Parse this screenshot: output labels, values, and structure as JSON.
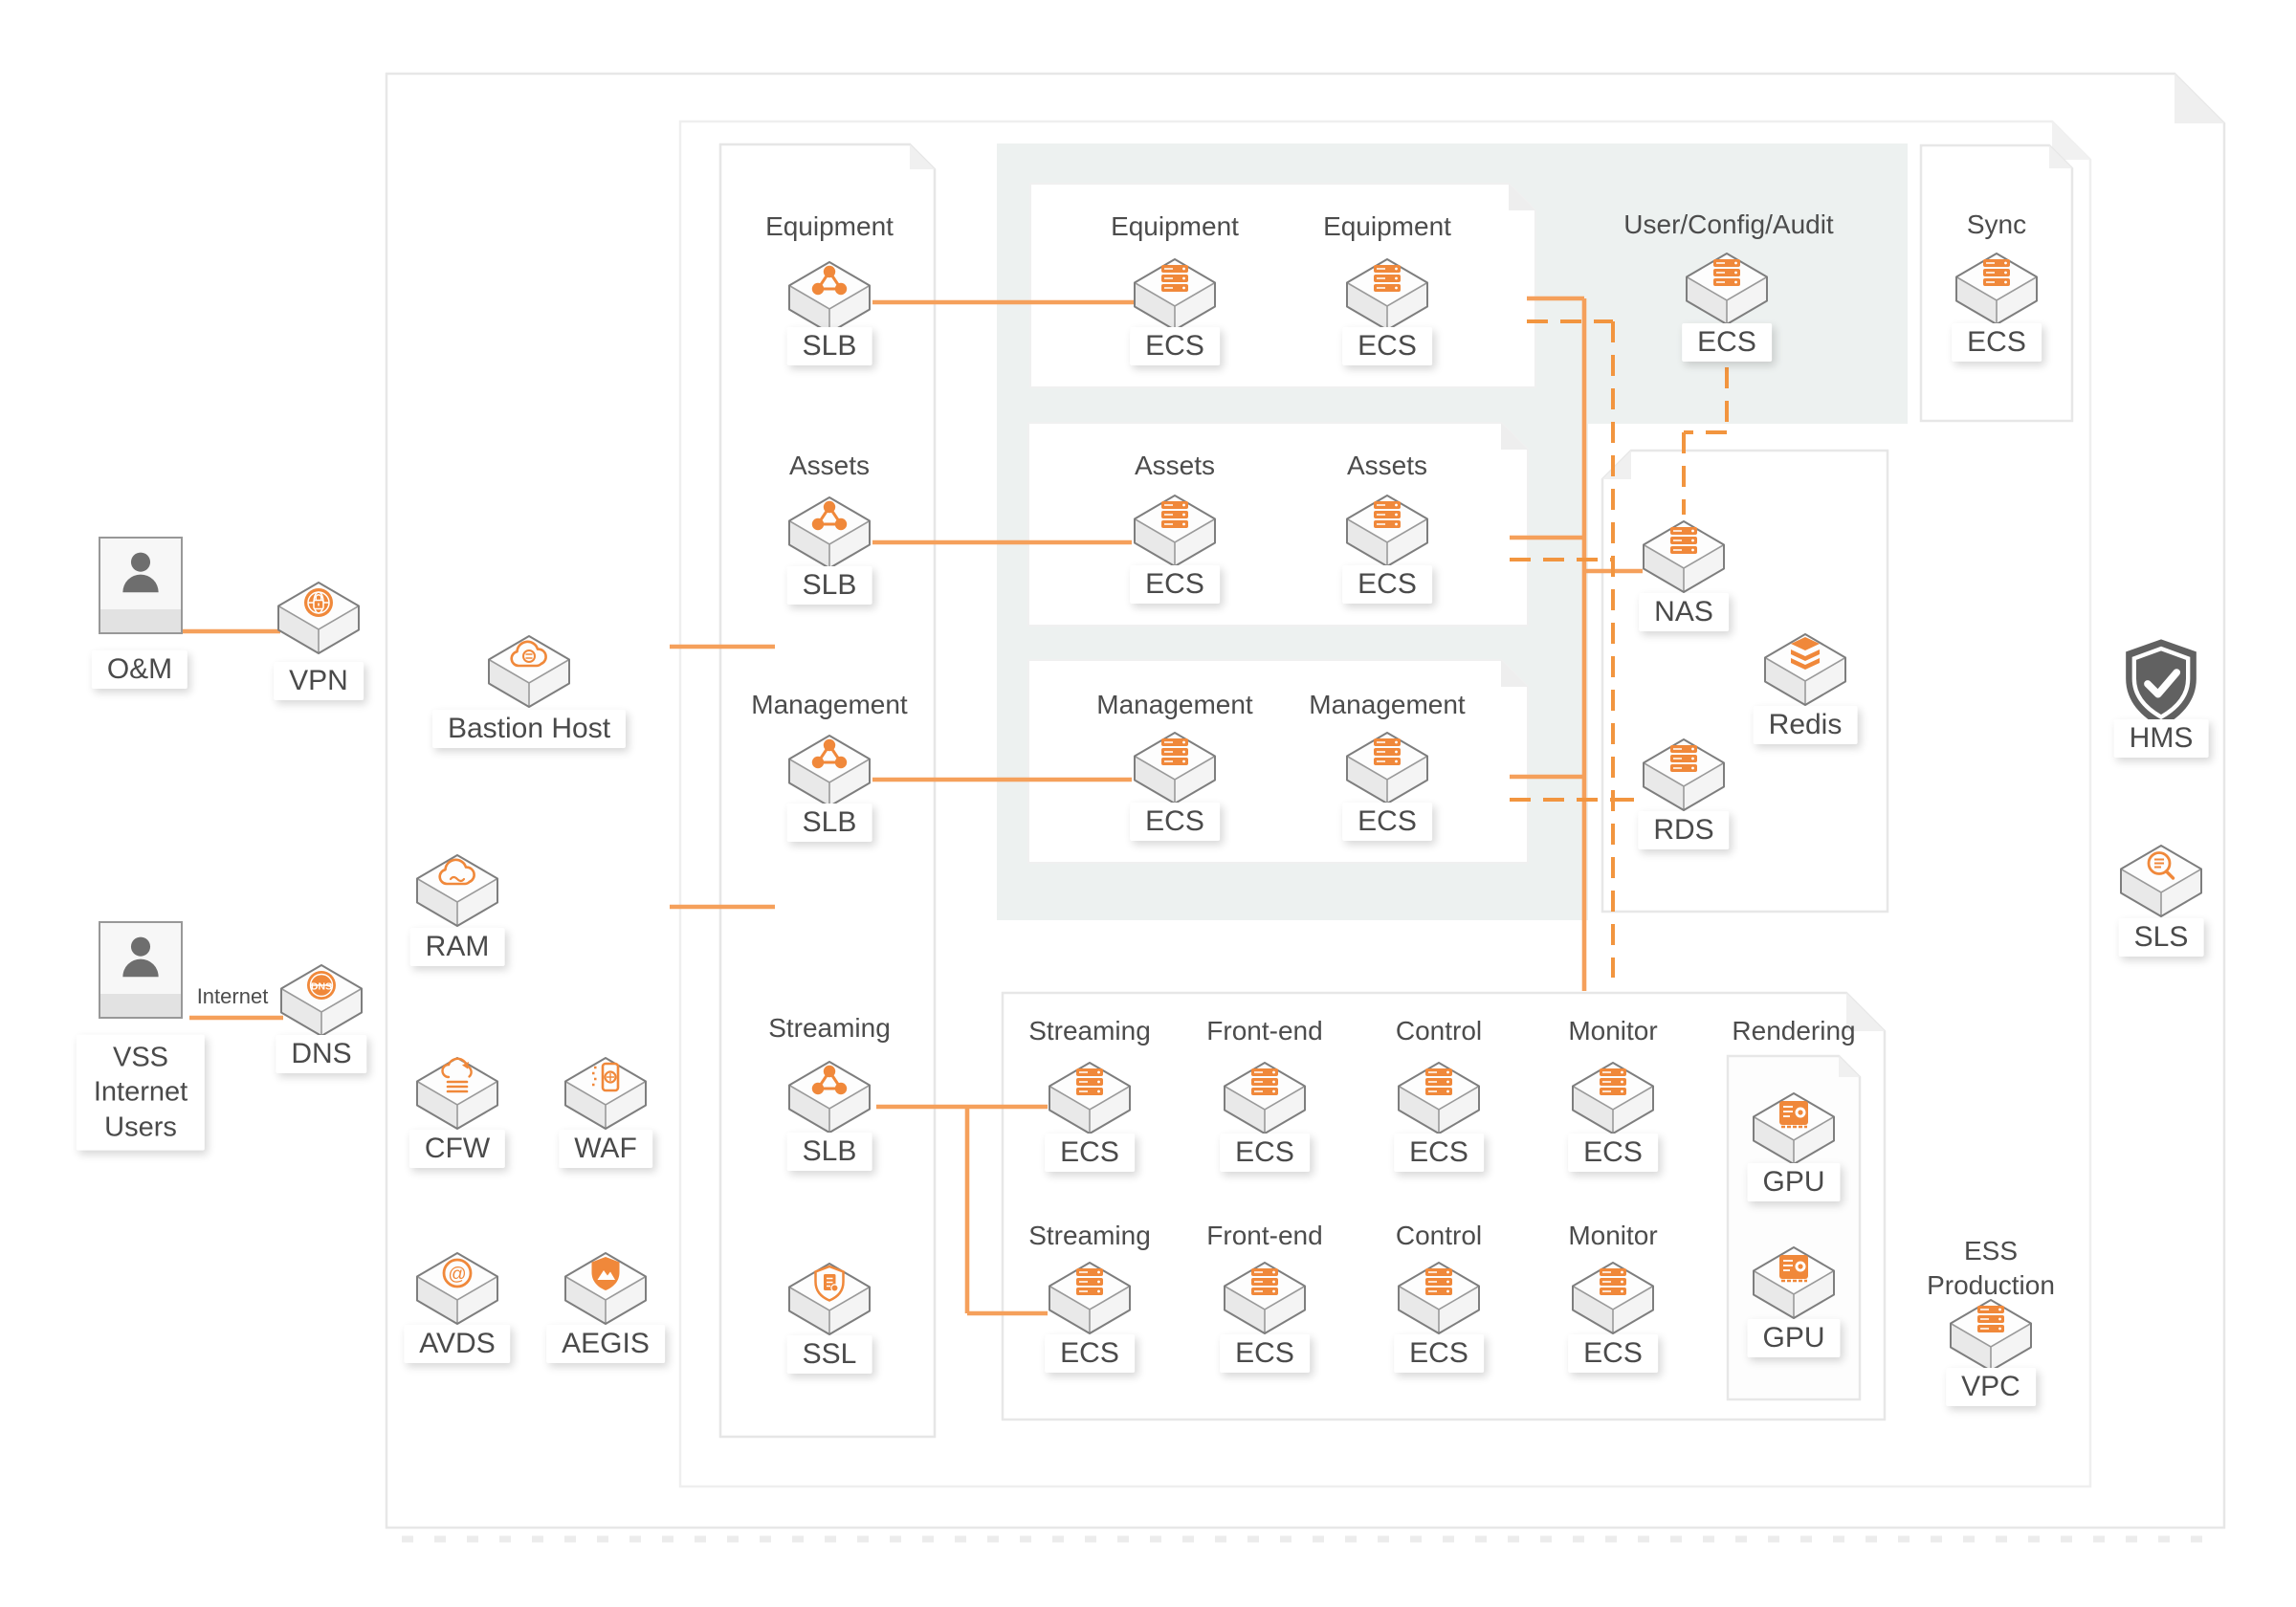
{
  "colors": {
    "accent_orange": "#F0883A",
    "line_orange": "#F5A05B",
    "panel_gray_green": "#EDF1F0",
    "text_gray": "#4C4C4C",
    "hms_gray": "#616161"
  },
  "actors": {
    "oam": {
      "label": "O&M"
    },
    "vss": {
      "label_lines": [
        "VSS",
        "Internet",
        "Users"
      ]
    },
    "internet_label": "Internet"
  },
  "gateway": {
    "vpn": {
      "label": "VPN"
    },
    "dns": {
      "label": "DNS"
    }
  },
  "security": {
    "bastion": {
      "label": "Bastion Host"
    },
    "ram": {
      "label": "RAM"
    },
    "cfw": {
      "label": "CFW"
    },
    "waf": {
      "label": "WAF"
    },
    "avds": {
      "label": "AVDS"
    },
    "aegis": {
      "label": "AEGIS"
    }
  },
  "slb_column": {
    "rows": [
      {
        "title": "Equipment",
        "label": "SLB"
      },
      {
        "title": "Assets",
        "label": "SLB"
      },
      {
        "title": "Management",
        "label": "SLB"
      },
      {
        "title": "Streaming",
        "label": "SLB"
      }
    ],
    "ssl": {
      "label": "SSL"
    }
  },
  "service_cards": {
    "equipment": {
      "columns": [
        {
          "title": "Equipment",
          "label": "ECS"
        },
        {
          "title": "Equipment",
          "label": "ECS"
        }
      ]
    },
    "assets": {
      "columns": [
        {
          "title": "Assets",
          "label": "ECS"
        },
        {
          "title": "Assets",
          "label": "ECS"
        }
      ]
    },
    "management": {
      "columns": [
        {
          "title": "Management",
          "label": "ECS"
        },
        {
          "title": "Management",
          "label": "ECS"
        }
      ]
    }
  },
  "streaming_cluster": {
    "row1": [
      {
        "title": "Streaming",
        "label": "ECS"
      },
      {
        "title": "Front-end",
        "label": "ECS"
      },
      {
        "title": "Control",
        "label": "ECS"
      },
      {
        "title": "Monitor",
        "label": "ECS"
      }
    ],
    "row2": [
      {
        "title": "Streaming",
        "label": "ECS"
      },
      {
        "title": "Front-end",
        "label": "ECS"
      },
      {
        "title": "Control",
        "label": "ECS"
      },
      {
        "title": "Monitor",
        "label": "ECS"
      }
    ],
    "rendering": {
      "title": "Rendering",
      "gpus": [
        {
          "label": "GPU"
        },
        {
          "label": "GPU"
        }
      ]
    }
  },
  "shared_services": {
    "user_config_audit": {
      "title": "User/Config/Audit",
      "label": "ECS"
    },
    "sync": {
      "title": "Sync",
      "label": "ECS"
    },
    "nas": {
      "label": "NAS"
    },
    "redis": {
      "label": "Redis"
    },
    "rds": {
      "label": "RDS"
    }
  },
  "right_rail": {
    "hms": {
      "label": "HMS"
    },
    "sls": {
      "label": "SLS"
    }
  },
  "ess": {
    "title_lines": [
      "ESS",
      "Production"
    ],
    "vpc": {
      "label": "VPC"
    }
  }
}
